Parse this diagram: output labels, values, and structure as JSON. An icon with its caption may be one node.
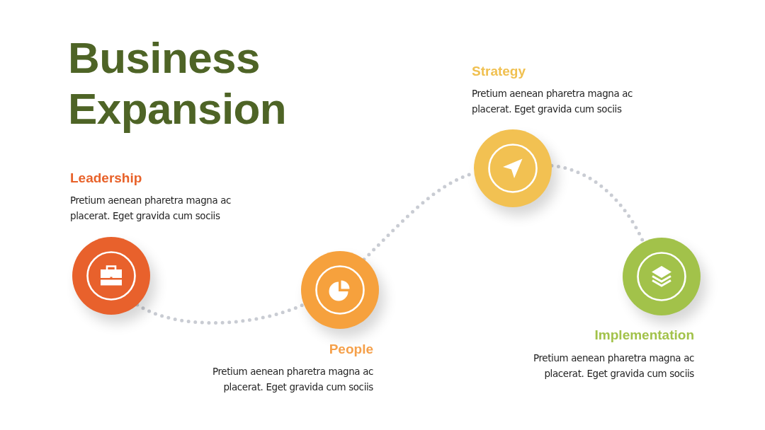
{
  "diagram": {
    "title": "Business Expansion",
    "nodes": [
      {
        "text": [
          "Leadership",
          "Pretium aenean pharetra magna ac placerat. Eget gravida cum sociis"
        ]
      },
      {
        "text": [
          "People",
          "Pretium aenean pharetra magna ac placerat. Eget gravida cum sociis"
        ]
      },
      {
        "text": [
          "Strategy",
          "Pretium aenean pharetra magna ac placerat. Eget gravida cum sociis"
        ]
      },
      {
        "text": [
          "Implementation",
          "Pretium aenean pharetra magna ac placerat. Eget gravida cum sociis"
        ]
      }
    ],
    "edges": [
      {
        "from": 0,
        "to": 1,
        "arrow": "none"
      },
      {
        "from": 1,
        "to": 2,
        "arrow": "none"
      },
      {
        "from": 2,
        "to": 3,
        "arrow": "none"
      }
    ]
  }
}
